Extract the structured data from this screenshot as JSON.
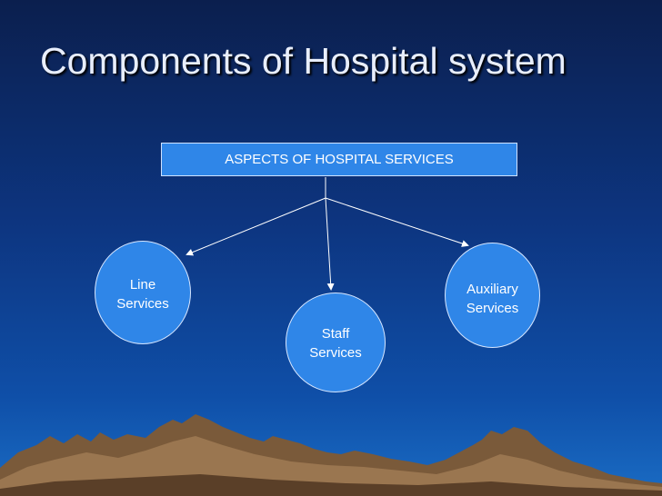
{
  "slide": {
    "title": "Components of Hospital system"
  },
  "diagram": {
    "root": "ASPECTS OF HOSPITAL SERVICES",
    "children": [
      {
        "line1": "Line",
        "line2": "Services"
      },
      {
        "line1": "Staff",
        "line2": "Services"
      },
      {
        "line1": "Auxiliary",
        "line2": "Services"
      }
    ]
  },
  "colors": {
    "box_fill": "#2f86e8",
    "text": "#ffffff",
    "connector": "#ffffff"
  }
}
